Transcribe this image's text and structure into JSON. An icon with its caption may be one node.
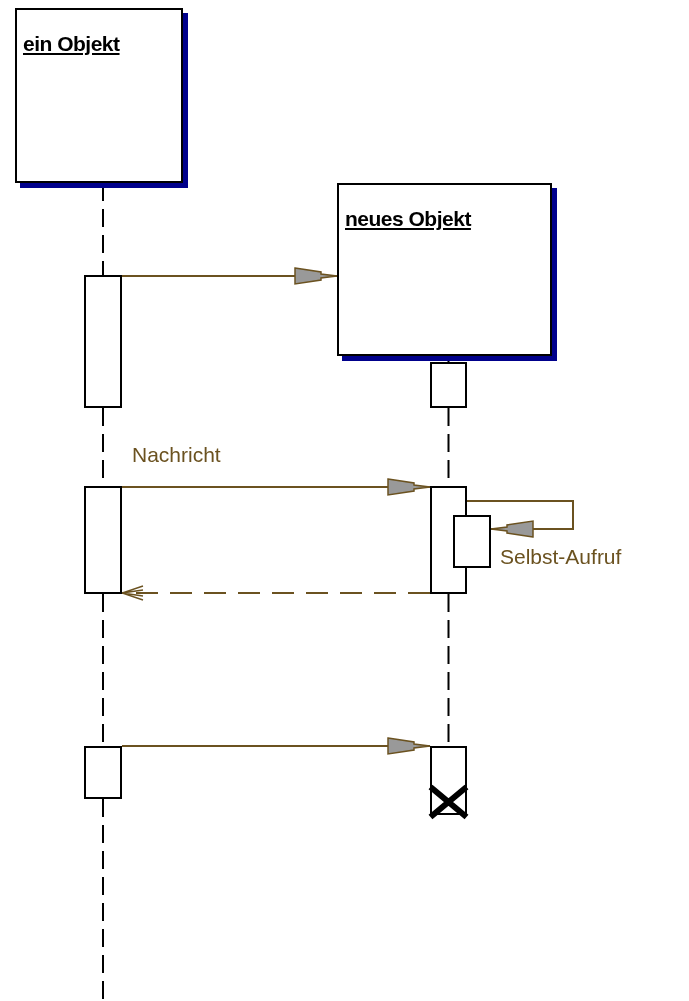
{
  "diagram": {
    "nodes": [
      {
        "text": [
          "ein Objekt"
        ]
      },
      {
        "text": [
          "neues Objekt"
        ]
      },
      {
        "text": [],
        "shape": "bar"
      },
      {
        "text": [],
        "shape": "bar"
      },
      {
        "text": [],
        "shape": "bar"
      },
      {
        "text": [],
        "shape": "bar"
      },
      {
        "text": [],
        "shape": "bar"
      },
      {
        "text": [],
        "shape": "bar"
      },
      {
        "text": [],
        "shape": "bar"
      }
    ],
    "edges": [
      {
        "from": 2,
        "to": 1,
        "arrow": "to",
        "color": "#6b5220"
      },
      {
        "from": 4,
        "to": 5,
        "arrow": "to",
        "label": "Nachricht",
        "color": "#6b5220"
      },
      {
        "from": 5,
        "to": 6,
        "arrow": "to",
        "label": "Selbst-Aufruf",
        "color": "#6b5220"
      },
      {
        "from": 5,
        "to": 4,
        "arrow": "to",
        "style": "dashed",
        "color": "#6b5220"
      },
      {
        "from": 7,
        "to": 8,
        "arrow": "to",
        "color": "#6b5220"
      },
      {
        "from": 0,
        "to": 2,
        "arrow": "none",
        "style": "dashed"
      },
      {
        "from": 2,
        "to": 4,
        "arrow": "none",
        "style": "dashed"
      },
      {
        "from": 4,
        "to": 7,
        "arrow": "none",
        "style": "dashed"
      },
      {
        "from": 7,
        "to": null,
        "arrow": "none",
        "style": "dashed"
      },
      {
        "from": 1,
        "to": 3,
        "arrow": "none",
        "style": "dashed"
      },
      {
        "from": 3,
        "to": 5,
        "arrow": "none",
        "style": "dashed"
      },
      {
        "from": 5,
        "to": 8,
        "arrow": "none",
        "style": "dashed"
      }
    ]
  }
}
